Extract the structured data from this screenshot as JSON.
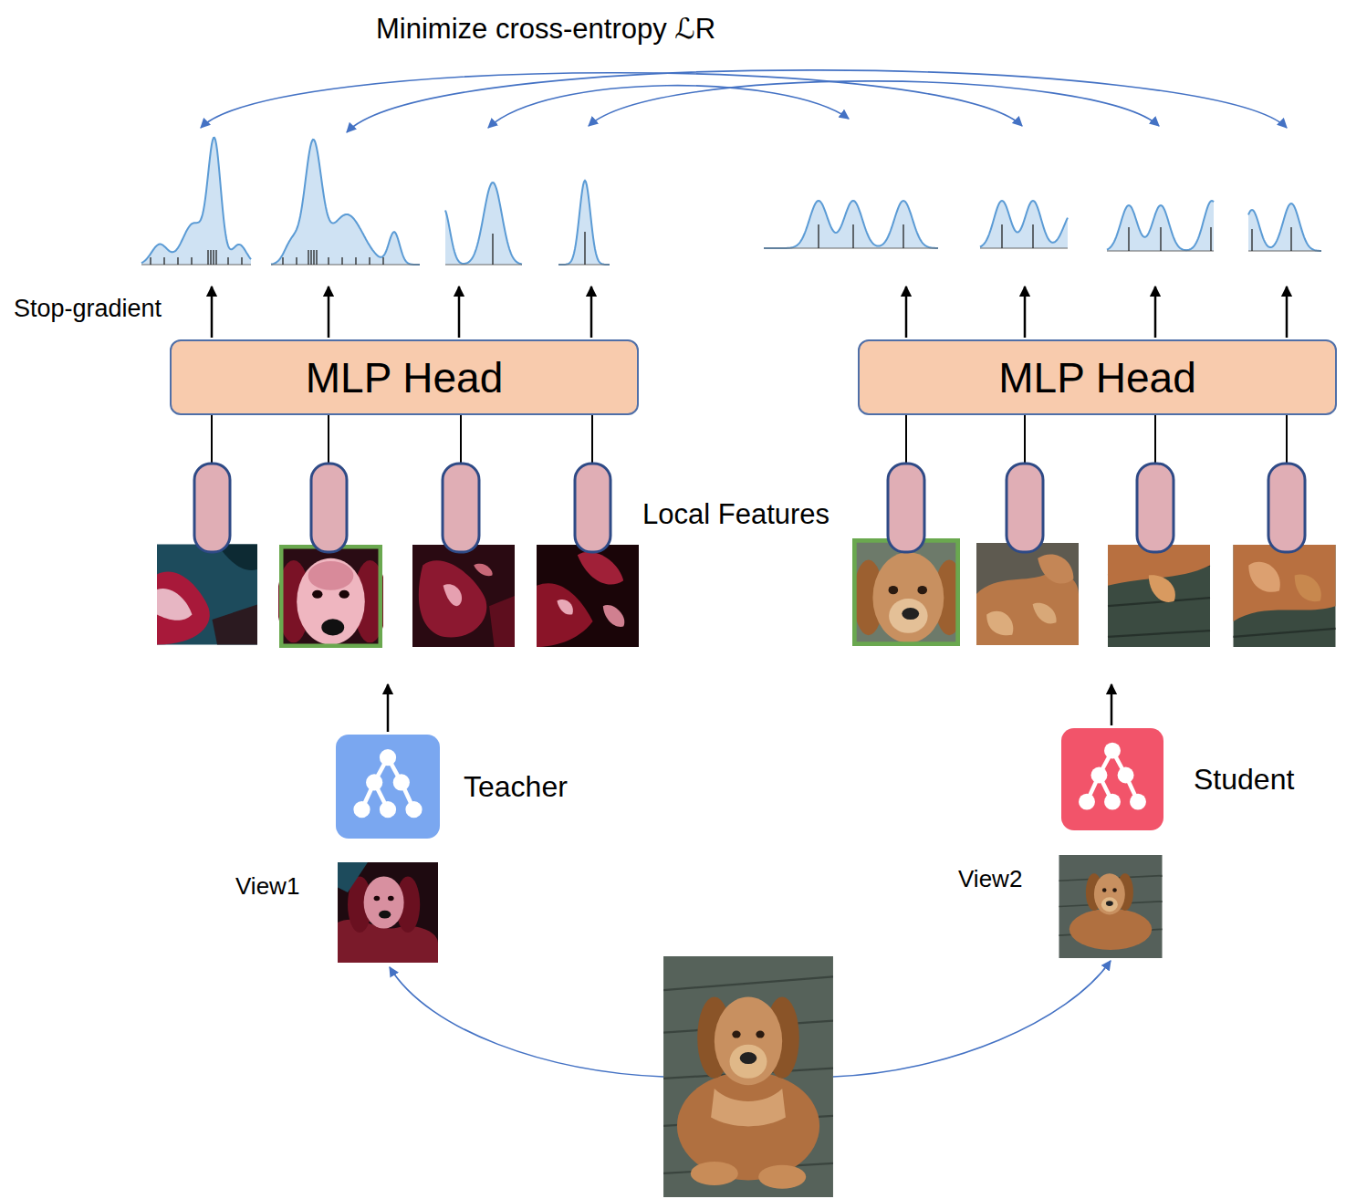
{
  "diagram": {
    "title": "Minimize cross-entropy ℒR",
    "nodes": [
      {
        "text": [
          "MLP Head"
        ]
      },
      {
        "text": [
          "MLP Head"
        ]
      },
      {
        "text": [
          "Teacher"
        ]
      },
      {
        "text": [
          "Student"
        ]
      }
    ],
    "labels": [
      "Stop-gradient",
      "Local Features",
      "View1",
      "View2"
    ]
  }
}
